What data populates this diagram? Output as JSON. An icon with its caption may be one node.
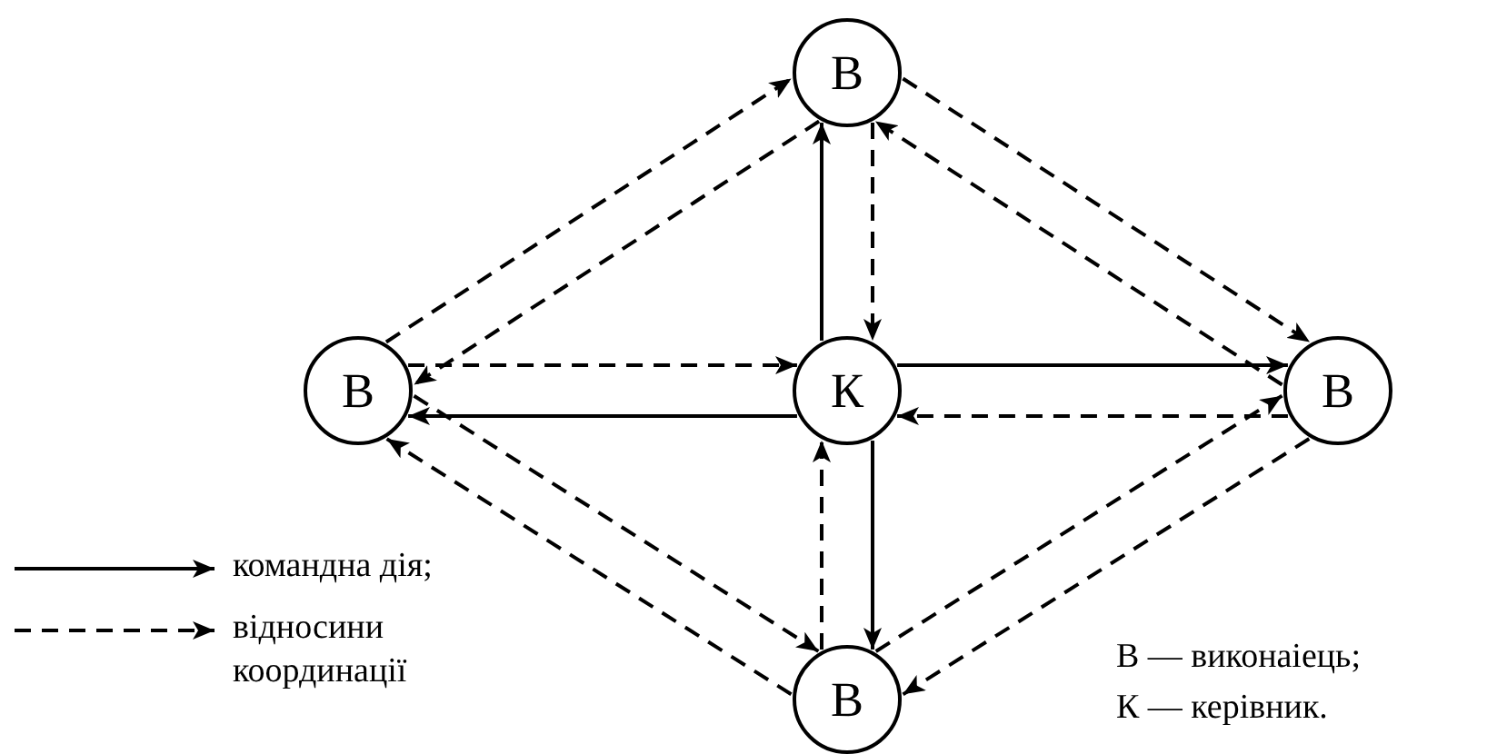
{
  "diagram": {
    "nodes": [
      {
        "text": [
          "В"
        ]
      },
      {
        "text": [
          "В"
        ]
      },
      {
        "text": [
          "К"
        ]
      },
      {
        "text": [
          "В"
        ]
      },
      {
        "text": [
          "В"
        ]
      }
    ],
    "edges": [
      {
        "from": 2,
        "to": 0,
        "arrow": "to"
      },
      {
        "from": 0,
        "to": 2,
        "arrow": "to",
        "style": "dashed"
      },
      {
        "from": 2,
        "to": 3,
        "arrow": "to"
      },
      {
        "from": 3,
        "to": 2,
        "arrow": "to",
        "style": "dashed"
      },
      {
        "from": 2,
        "to": 1,
        "arrow": "to"
      },
      {
        "from": 1,
        "to": 2,
        "arrow": "to",
        "style": "dashed"
      },
      {
        "from": 2,
        "to": 4,
        "arrow": "to"
      },
      {
        "from": 4,
        "to": 2,
        "arrow": "to",
        "style": "dashed"
      },
      {
        "from": 1,
        "to": 0,
        "arrow": "to",
        "style": "dashed"
      },
      {
        "from": 0,
        "to": 1,
        "arrow": "to",
        "style": "dashed"
      },
      {
        "from": 3,
        "to": 0,
        "arrow": "to",
        "style": "dashed"
      },
      {
        "from": 0,
        "to": 3,
        "arrow": "to",
        "style": "dashed"
      },
      {
        "from": 1,
        "to": 4,
        "arrow": "to",
        "style": "dashed"
      },
      {
        "from": 4,
        "to": 1,
        "arrow": "to",
        "style": "dashed"
      },
      {
        "from": 4,
        "to": 3,
        "arrow": "to",
        "style": "dashed"
      },
      {
        "from": 3,
        "to": 4,
        "arrow": "to",
        "style": "dashed"
      }
    ],
    "labels": [
      "В — виконаіець;",
      "К — керівник."
    ],
    "legend": [
      {
        "text": "командна дія;"
      },
      {
        "text": "відносини координації"
      }
    ]
  }
}
